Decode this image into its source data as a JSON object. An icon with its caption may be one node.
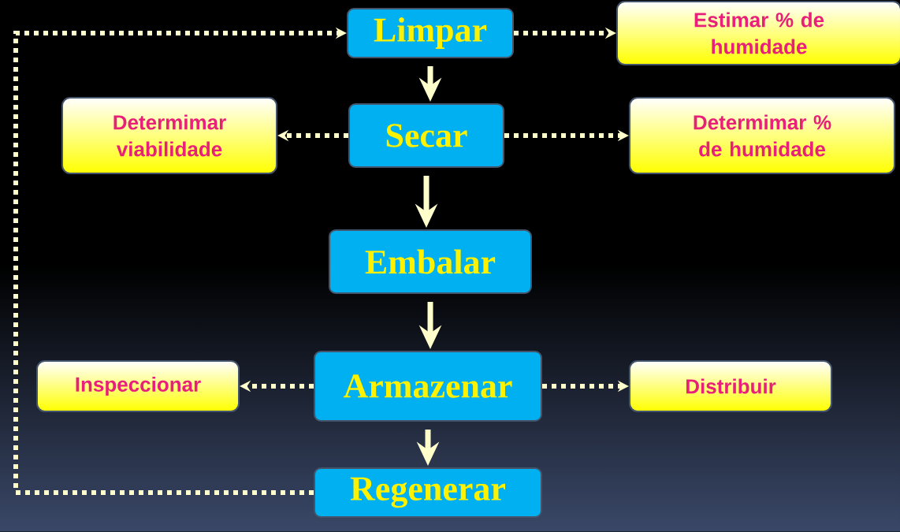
{
  "diagram": {
    "nodes": [
      {
        "text": [
          "Limpar"
        ]
      },
      {
        "text": [
          "Estimar % de humidade"
        ]
      },
      {
        "text": [
          "Secar"
        ]
      },
      {
        "text": [
          "Determimar viabilidade"
        ]
      },
      {
        "text": [
          "Determimar % de humidade"
        ]
      },
      {
        "text": [
          "Embalar"
        ]
      },
      {
        "text": [
          "Armazenar"
        ]
      },
      {
        "text": [
          "Inspeccionar"
        ]
      },
      {
        "text": [
          "Distribuir"
        ]
      },
      {
        "text": [
          "Regenerar"
        ]
      }
    ],
    "edges": [
      {
        "from": 0,
        "to": 1,
        "arrow": "to",
        "style": "dashed"
      },
      {
        "from": 0,
        "to": 2,
        "arrow": "to"
      },
      {
        "from": 2,
        "to": 3,
        "arrow": "to",
        "style": "dashed"
      },
      {
        "from": 2,
        "to": 4,
        "arrow": "to",
        "style": "dashed"
      },
      {
        "from": 2,
        "to": 5,
        "arrow": "to"
      },
      {
        "from": 5,
        "to": 6,
        "arrow": "to"
      },
      {
        "from": 6,
        "to": 7,
        "arrow": "to",
        "style": "dashed"
      },
      {
        "from": 6,
        "to": 8,
        "arrow": "to",
        "style": "dashed"
      },
      {
        "from": 6,
        "to": 9,
        "arrow": "to"
      },
      {
        "from": 9,
        "to": 0,
        "arrow": "to",
        "style": "dashed"
      }
    ]
  }
}
